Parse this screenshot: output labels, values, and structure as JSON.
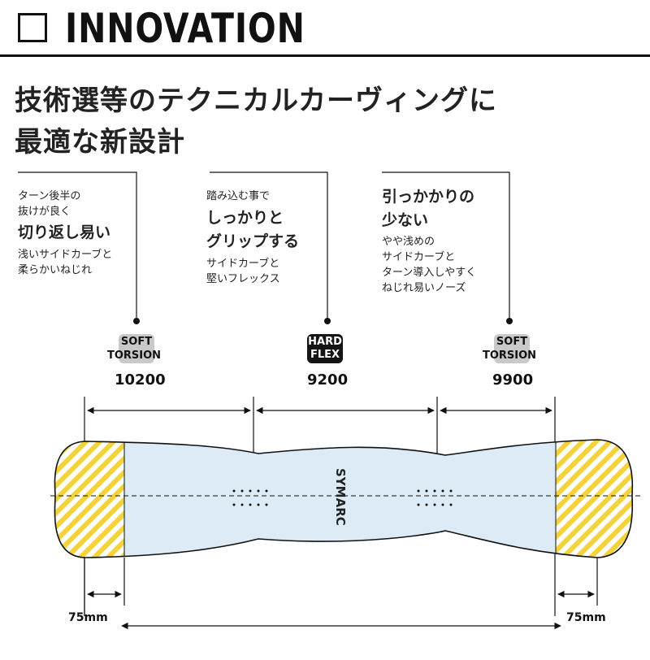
{
  "header": {
    "title": "INNOVATION"
  },
  "headline": {
    "line1": "技術選等のテクニカルカーヴィングに",
    "line2": "最適な新設計"
  },
  "callouts": {
    "left": {
      "lines": [
        "ターン後半の",
        "抜けが良く"
      ],
      "bold": [
        "切り返し易い"
      ],
      "after": [
        "浅いサイドカーブと",
        "柔らかいねじれ"
      ]
    },
    "center": {
      "lines": [
        "踏み込む事で"
      ],
      "bold": [
        "しっかりと",
        "グリップする"
      ],
      "after": [
        "サイドカーブと",
        "堅いフレックス"
      ]
    },
    "right": {
      "lines": [],
      "bold": [
        "引っかかりの",
        "少ない"
      ],
      "after": [
        "やや浅めの",
        "サイドカーブと",
        "ターン導入しやすく",
        "ねじれ易いノーズ"
      ]
    }
  },
  "badges": {
    "left": {
      "line1": "SOFT",
      "line2": "TORSION",
      "value": "10200"
    },
    "center": {
      "line1": "HARD",
      "line2": "FLEX",
      "value": "9200"
    },
    "right": {
      "line1": "SOFT",
      "line2": "TORSION",
      "value": "9900"
    }
  },
  "board": {
    "brand": "SYMARC",
    "fill_color": "#dcebf5",
    "tip_stripe_colors": [
      "#f3d23a",
      "#ffffff"
    ]
  },
  "dimensions": {
    "left_tip": "75mm",
    "right_tip": "75mm"
  }
}
